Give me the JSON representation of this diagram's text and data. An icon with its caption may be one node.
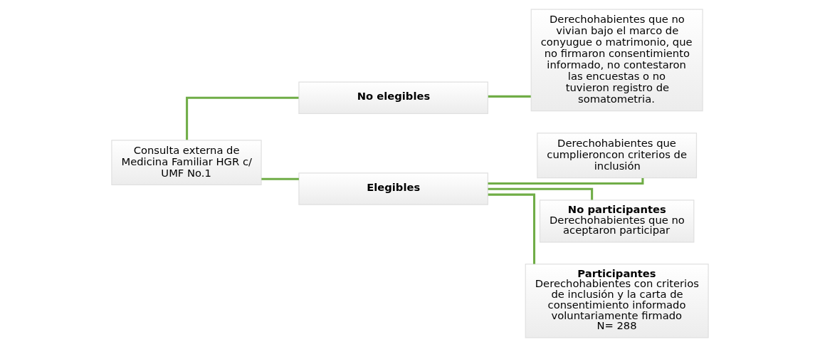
{
  "diagram": {
    "nodes": [
      {
        "text": [
          "Consulta externa de Medicina Familiar HGR c/ UMF No.1"
        ]
      },
      {
        "text": [
          "No elegibles"
        ]
      },
      {
        "text": [
          "Elegibles"
        ]
      },
      {
        "text": [
          "Derechohabientes que no vivian bajo el marco de conyugue o matrimonio, que no firmaron consentimiento informado, no contestaron las encuestas o no tuvieron registro de somatometria."
        ]
      },
      {
        "text": [
          "Derechohabientes que cumplieroncon criterios de inclusión"
        ]
      },
      {
        "text": [
          "No participantes",
          "Derechohabientes que no aceptaron participar"
        ]
      },
      {
        "text": [
          "Participantes",
          "Derechohabientes con criterios de inclusión y la carta de consentimiento informado voluntariamente firmado",
          "N= 288"
        ]
      }
    ],
    "edges": [
      {
        "from": 0,
        "to": 1,
        "arrow": "none"
      },
      {
        "from": 0,
        "to": 2,
        "arrow": "none"
      },
      {
        "from": 1,
        "to": 3,
        "arrow": "none"
      },
      {
        "from": 2,
        "to": 4,
        "arrow": "none"
      },
      {
        "from": 2,
        "to": 5,
        "arrow": "none"
      },
      {
        "from": 2,
        "to": 6,
        "arrow": "none"
      }
    ]
  }
}
